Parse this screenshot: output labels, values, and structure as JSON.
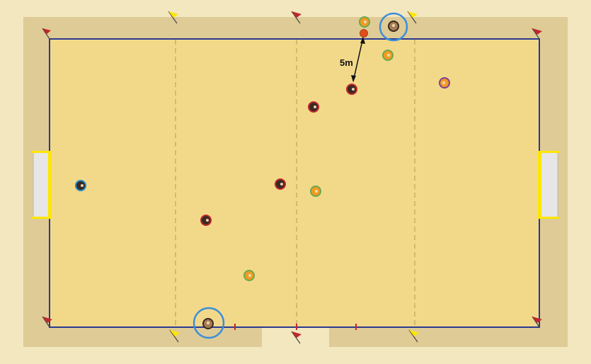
{
  "diagram": {
    "distance_label": "5m",
    "colors": {
      "outer_background": "#f3e7c0",
      "surround": "#dfcb95",
      "pitch": "#f2d98a",
      "pitch_line": "#2b3990",
      "halfway_dashes": "#c9ad6a",
      "goal_post": "#ffe600",
      "goal_net": "#e6e6e6",
      "team_red": "#c1272d",
      "team_blue": "#1e88c7",
      "team_orange": "#f39a1f",
      "team_green": "#6aa84f",
      "purple": "#7b3f98",
      "ball": "#e04e1b",
      "highlight_ring": "#3b8fd9",
      "corner_flag": "#c1272d",
      "line_flag": "#ffe600"
    },
    "players": [
      {
        "id": "red-1",
        "team": "red",
        "role": "field"
      },
      {
        "id": "red-2",
        "team": "red",
        "role": "field"
      },
      {
        "id": "red-3",
        "team": "red",
        "role": "field"
      },
      {
        "id": "red-4",
        "team": "red",
        "role": "field"
      },
      {
        "id": "blue-gk",
        "team": "blue",
        "role": "goalkeeper"
      },
      {
        "id": "orange-1",
        "team": "orange",
        "role": "field"
      },
      {
        "id": "orange-2",
        "team": "orange",
        "role": "field"
      },
      {
        "id": "orange-3",
        "team": "orange",
        "role": "field"
      },
      {
        "id": "orange-4",
        "team": "orange",
        "role": "kicker"
      },
      {
        "id": "purple-gk",
        "team": "purple",
        "role": "goalkeeper"
      },
      {
        "id": "brown-top",
        "team": "neutral",
        "role": "highlighted"
      },
      {
        "id": "brown-bottom",
        "team": "neutral",
        "role": "highlighted"
      }
    ]
  }
}
